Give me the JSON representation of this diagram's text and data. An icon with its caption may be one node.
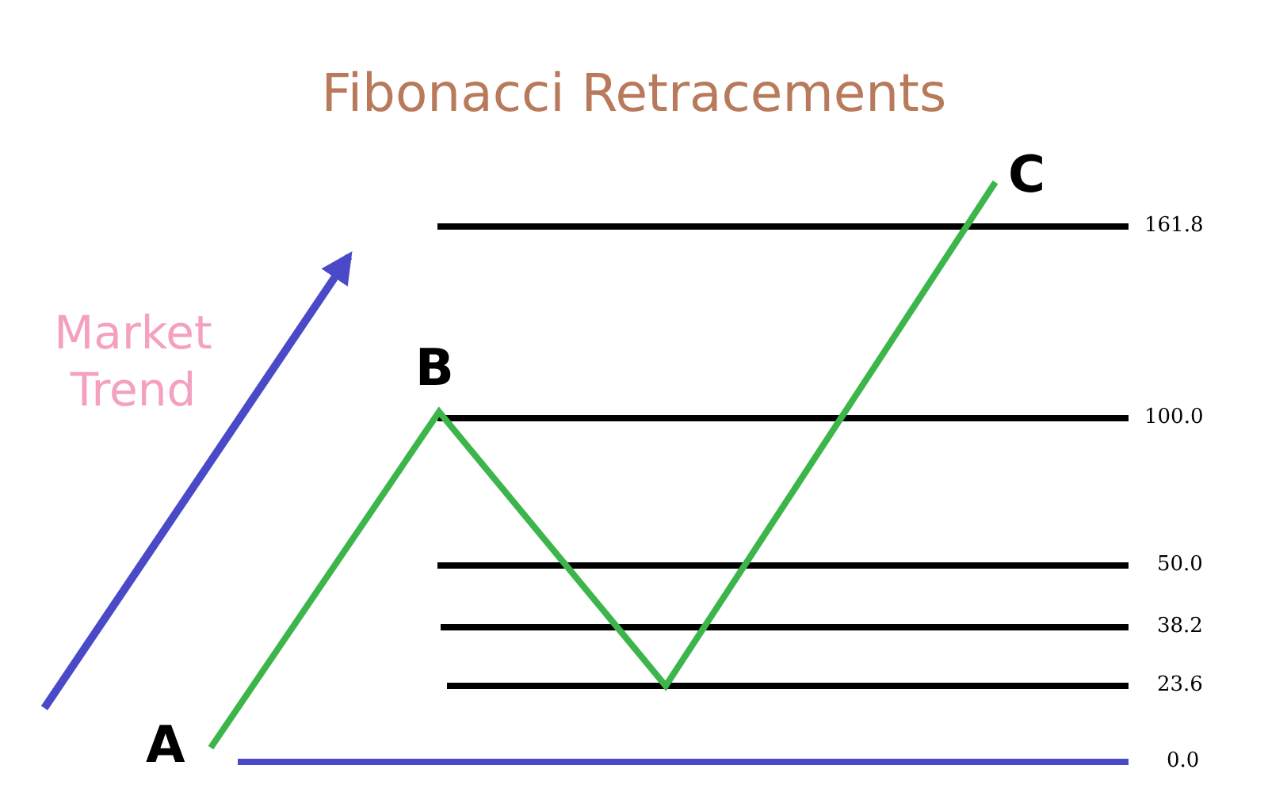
{
  "diagram": {
    "title": "Fibonacci Retracements",
    "labels": [
      "C",
      "161.8",
      "Market Trend",
      "B",
      "100.0",
      "50.0",
      "38.2",
      "23.6",
      "A",
      "0.0"
    ]
  }
}
